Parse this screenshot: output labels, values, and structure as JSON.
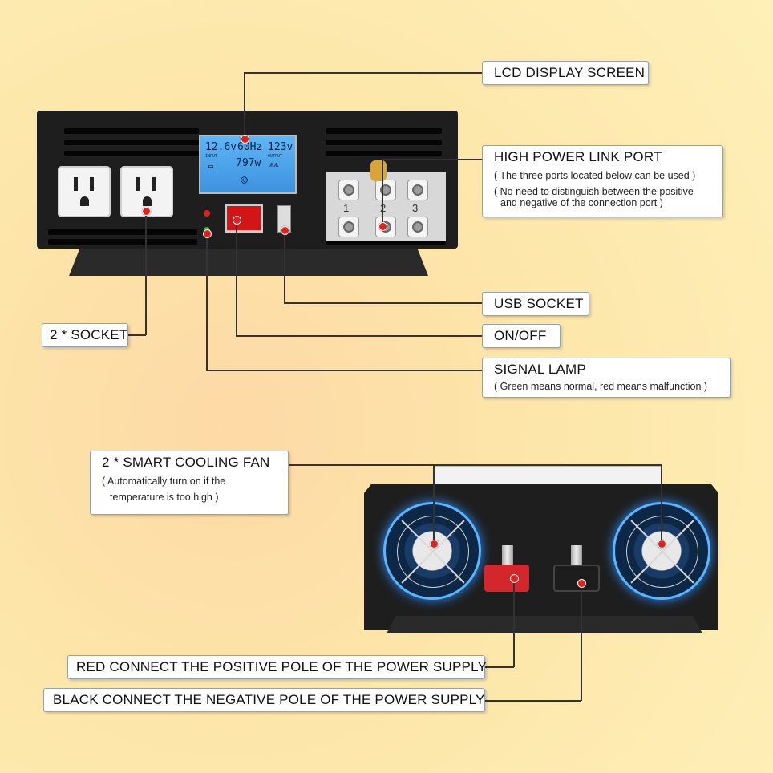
{
  "callouts": {
    "lcd": "LCD DISPLAY SCREEN",
    "link_port": {
      "title": "HIGH POWER LINK PORT",
      "note1": "( The three ports located below can be used )",
      "note2a": "( No need to distinguish between the positive",
      "note2b": "and negative of the connection port )"
    },
    "usb": "USB SOCKET",
    "onoff": "ON/OFF",
    "socket": "2 * SOCKET",
    "signal": {
      "title": "SIGNAL LAMP",
      "note": "( Green means normal, red means malfunction )"
    },
    "fan": {
      "title": "2 * SMART COOLING FAN",
      "note1": "( Automatically turn on if the",
      "note2": "temperature is too high  )"
    },
    "red": "RED CONNECT THE POSITIVE POLE OF THE POWER SUPPLY",
    "black": "BLACK CONNECT THE NEGATIVE POLE OF THE POWER SUPPLY"
  },
  "lcd_screen": {
    "input_v": "12.6v",
    "freq": "60Hz",
    "output_v": "123v",
    "input_lbl": "INPUT",
    "output_lbl": "OUTPUT",
    "watts": "797w"
  },
  "terminals": {
    "nums": [
      "1",
      "2",
      "3"
    ]
  },
  "colors": {
    "accent_red": "#e2201c",
    "lcd_blue": "#4aa3ea",
    "fan_glow": "#2a8cff",
    "led_green": "#27c22b"
  }
}
